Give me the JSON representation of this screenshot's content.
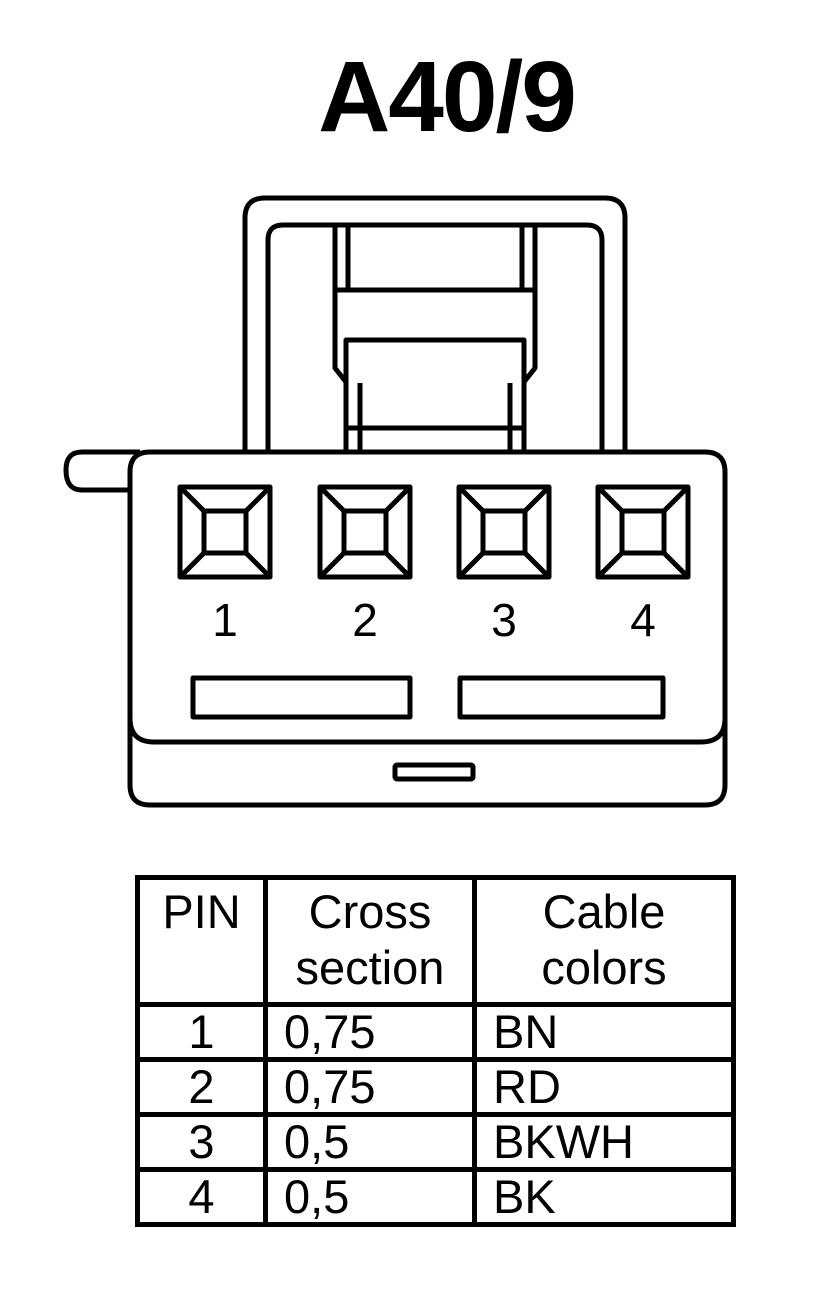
{
  "title": "A40/9",
  "connector": {
    "pin_labels": [
      "1",
      "2",
      "3",
      "4"
    ]
  },
  "table": {
    "headers": {
      "pin": "PIN",
      "cross_section": [
        "Cross",
        "section"
      ],
      "cable_colors": [
        "Cable",
        "colors"
      ]
    },
    "rows": [
      {
        "pin": "1",
        "cross_section": "0,75",
        "cable_color": "BN"
      },
      {
        "pin": "2",
        "cross_section": "0,75",
        "cable_color": "RD"
      },
      {
        "pin": "3",
        "cross_section": "0,5",
        "cable_color": "BKWH"
      },
      {
        "pin": "4",
        "cross_section": "0,5",
        "cable_color": "BK"
      }
    ]
  }
}
